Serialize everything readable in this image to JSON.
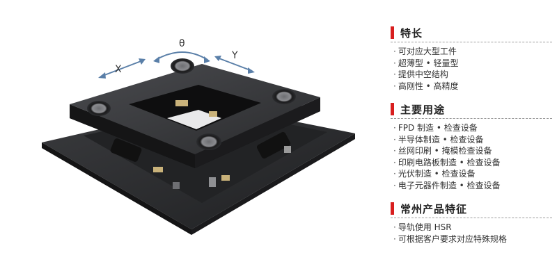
{
  "product": {
    "axis_labels": {
      "x": "X",
      "theta": "θ",
      "y": "Y"
    }
  },
  "sections": [
    {
      "title": "特长",
      "items": [
        "可对应大型工件",
        "超薄型 • 轻量型",
        "提供中空结构",
        "高刚性 • 高精度"
      ]
    },
    {
      "title": "主要用途",
      "items": [
        "FPD 制造 • 检查设备",
        "半导体制造 • 检查设备",
        "丝网印刷 • 掩模检查设备",
        "印刷电路板制造 • 检查设备",
        "光伏制造 • 检查设备",
        "电子元器件制造 • 检查设备"
      ]
    },
    {
      "title": "常州产品特征",
      "items": [
        "导轨使用 HSR",
        "可根据客户要求对应特殊规格"
      ]
    }
  ],
  "colors": {
    "accent": "#d81e1e",
    "stage_dark": "#2b2c2e",
    "stage_top": "#3a3b3e"
  }
}
